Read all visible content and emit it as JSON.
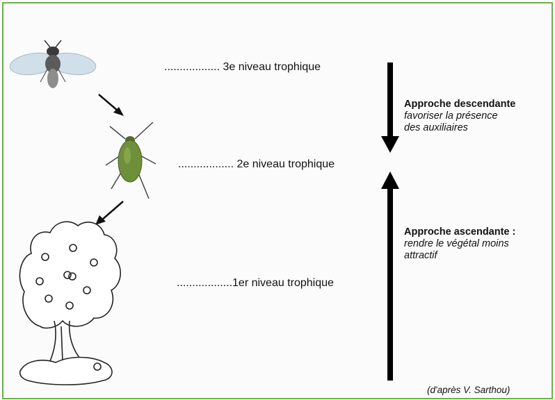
{
  "levels": [
    {
      "dots": "..................",
      "label": "3e niveau trophique"
    },
    {
      "dots": "..................",
      "label": "2e niveau trophique"
    },
    {
      "dots": "..................",
      "label": "1er niveau trophique"
    }
  ],
  "top_down": {
    "title": "Approche descendante",
    "desc_line1": "favoriser la présence",
    "desc_line2": "des auxiliaires"
  },
  "bottom_up": {
    "title": "Approche ascendante :",
    "desc_line1": "rendre le végétal moins",
    "desc_line2": "attractif"
  },
  "credit": "(d'après V. Sarthou)",
  "icons": [
    "parasitoid-wasp-icon",
    "aphid-icon",
    "apple-tree-icon"
  ],
  "colors": {
    "border": "#6ab04c",
    "arrow": "#000000",
    "aphid": "#6f8f3a"
  }
}
